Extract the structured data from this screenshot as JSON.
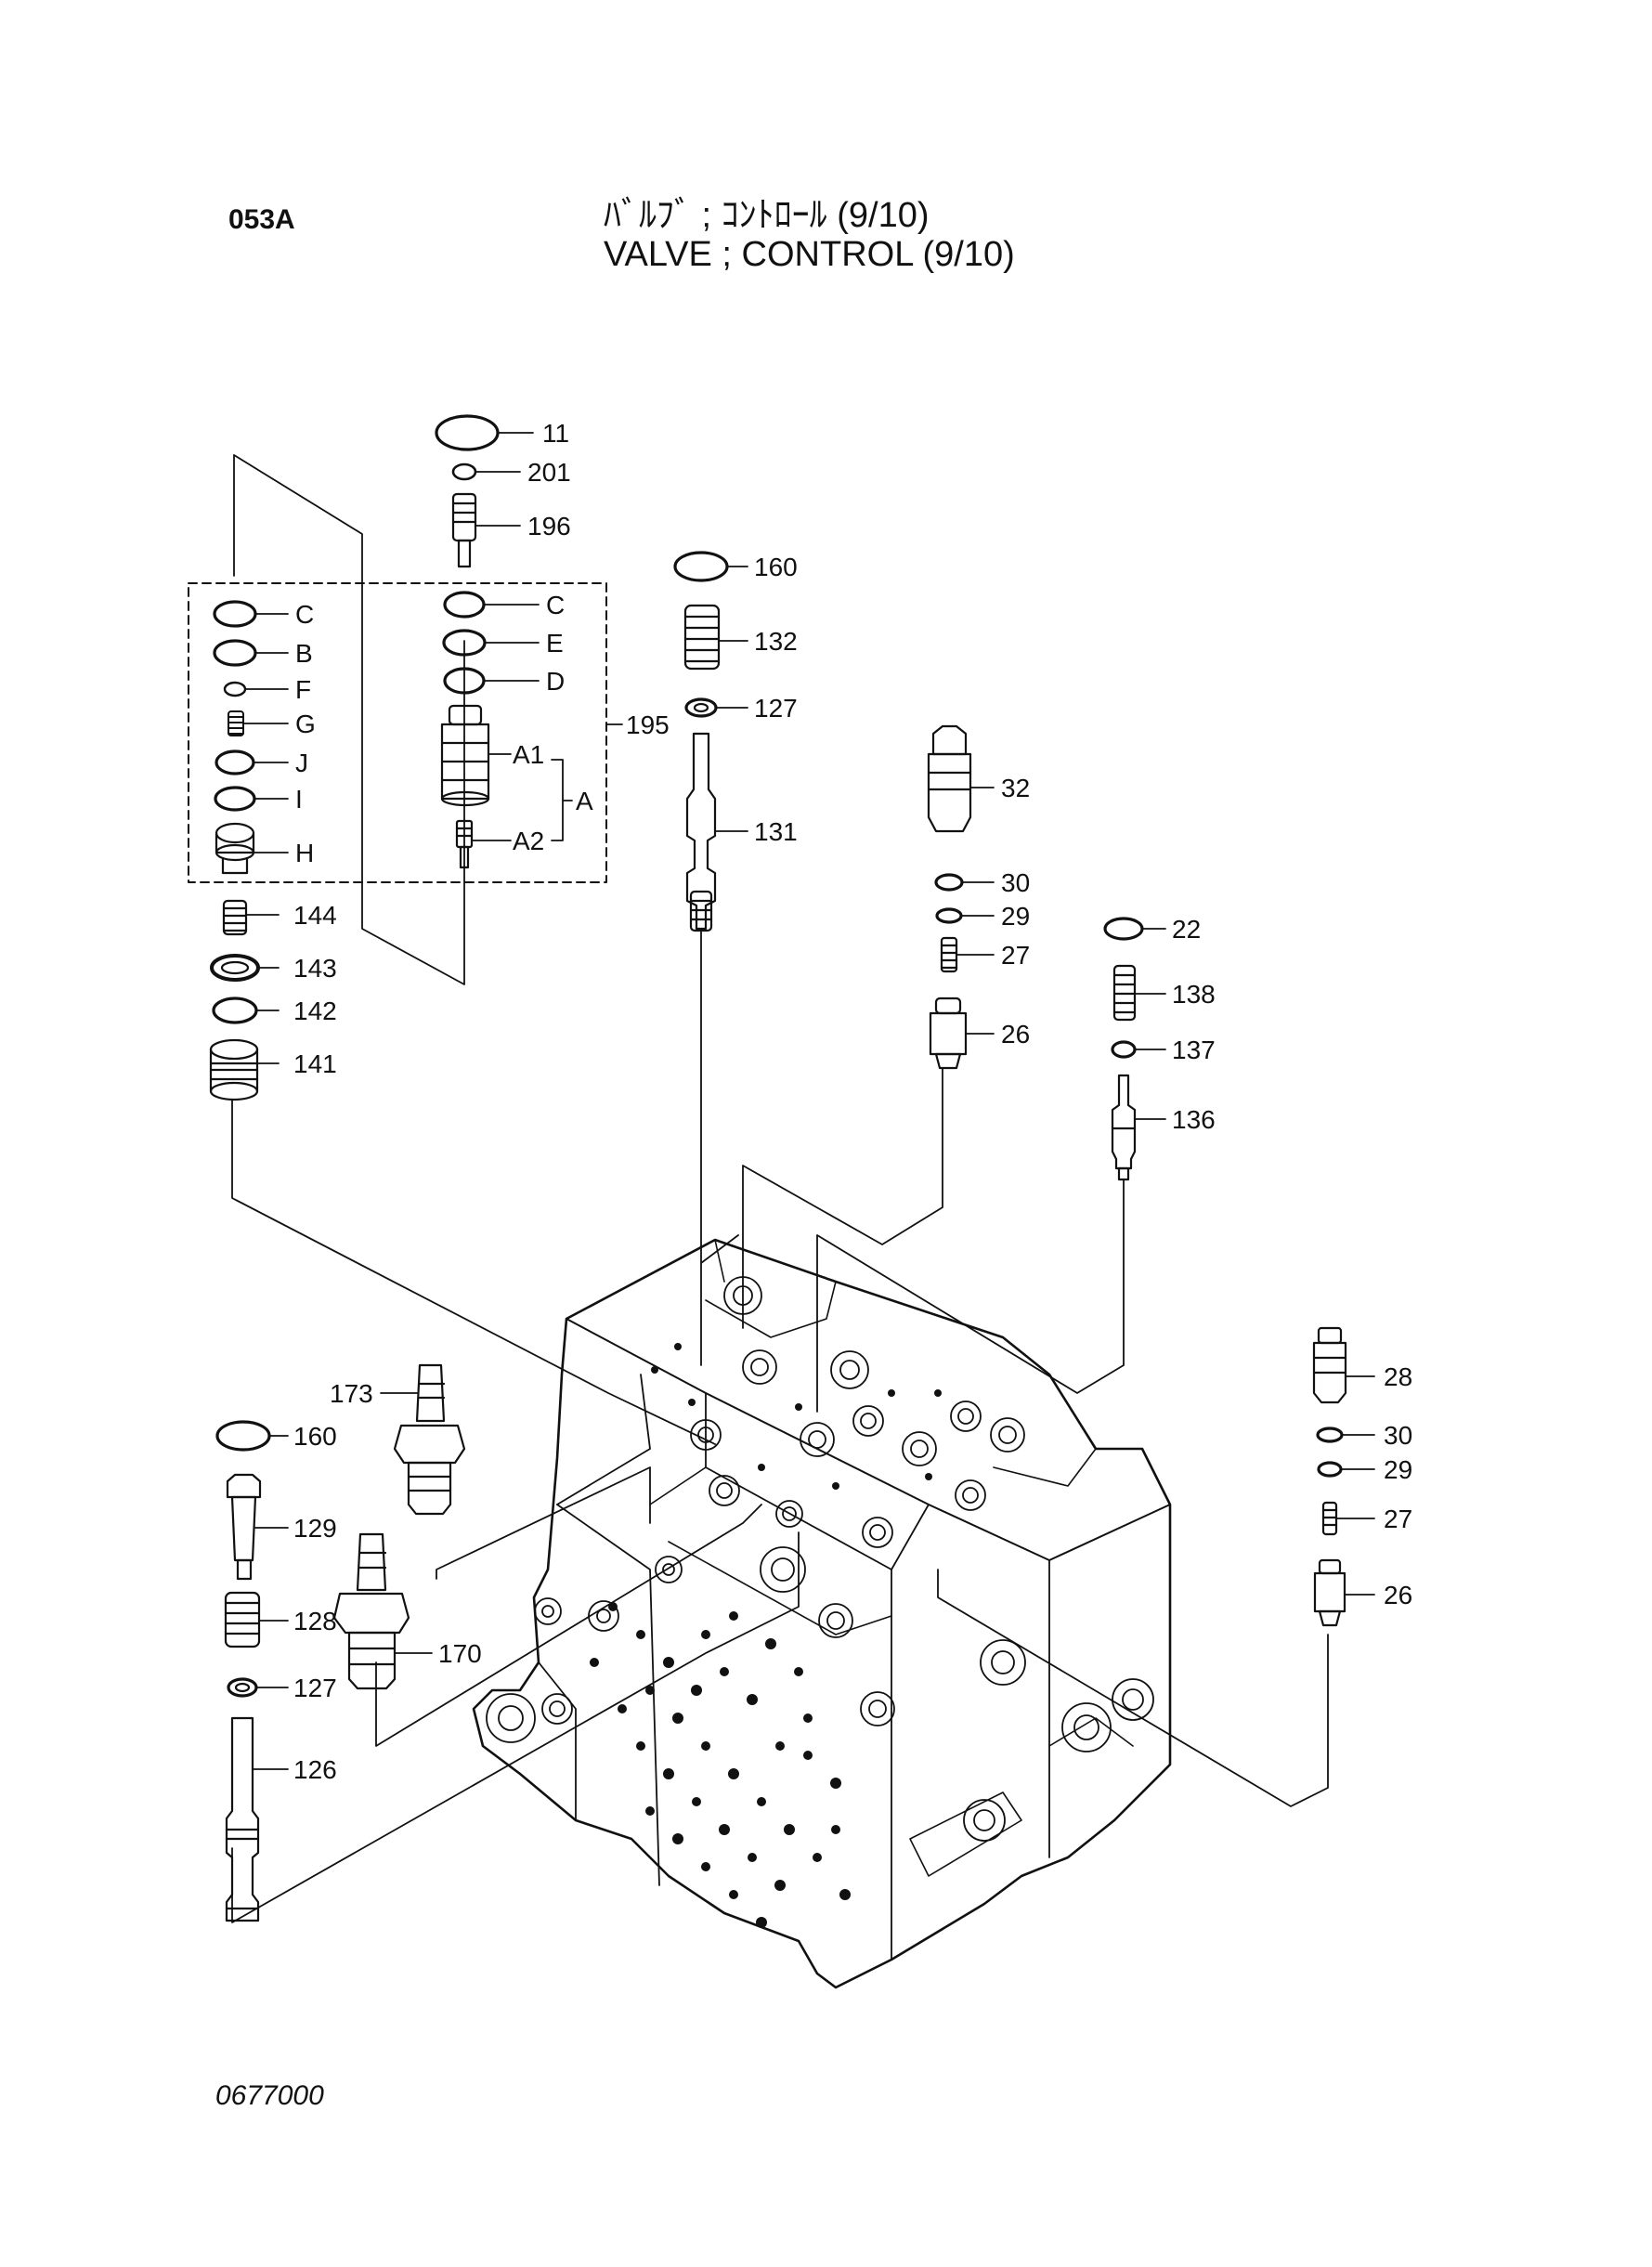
{
  "header": {
    "page_code": "053A",
    "title_jp": "ﾊﾞﾙﾌﾞ ; ｺﾝﾄﾛｰﾙ (9/10)",
    "title_en": "VALVE ; CONTROL (9/10)"
  },
  "footer": {
    "drawing_no": "0677000"
  },
  "colors": {
    "ink": "#111111",
    "background": "#ffffff",
    "body_fill": "#ffffff"
  },
  "callouts": {
    "c11": "11",
    "c201": "201",
    "c196": "196",
    "cC_left": "C",
    "cB": "B",
    "cF": "F",
    "cG": "G",
    "cJ": "J",
    "cI": "I",
    "cH": "H",
    "cC_right": "C",
    "cE": "E",
    "cD": "D",
    "cA1": "A1",
    "cA": "A",
    "cA2": "A2",
    "c195": "195",
    "c144": "144",
    "c143": "143",
    "c142": "142",
    "c141": "141",
    "c160_top": "160",
    "c132": "132",
    "c127_top": "127",
    "c131": "131",
    "c32": "32",
    "c30_top": "30",
    "c29_top": "29",
    "c27_top": "27",
    "c26_top": "26",
    "c22": "22",
    "c138": "138",
    "c137": "137",
    "c136": "136",
    "c28": "28",
    "c30_bot": "30",
    "c29_bot": "29",
    "c27_bot": "27",
    "c26_bot": "26",
    "c173": "173",
    "c170": "170",
    "c160_bot": "160",
    "c129": "129",
    "c128": "128",
    "c127_bot": "127",
    "c126": "126"
  }
}
